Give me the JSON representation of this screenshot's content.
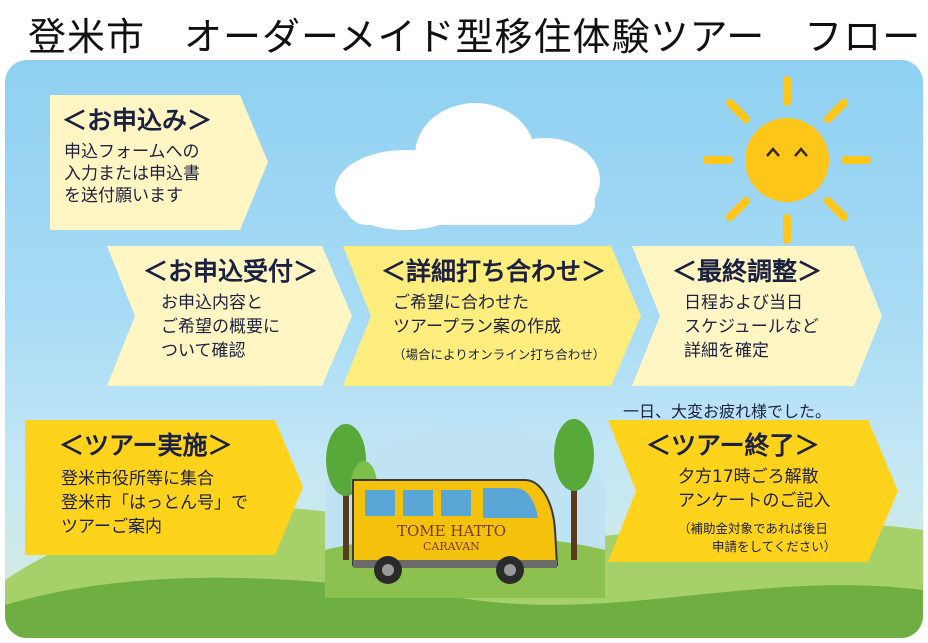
{
  "title": "登米市　オーダーメイド型移住体験ツアー　フロー",
  "steps": {
    "apply": {
      "heading": "＜お申込み＞",
      "lines": [
        "申込フォームへの",
        "入力または申込書",
        "を送付願います"
      ]
    },
    "accept": {
      "heading": "＜お申込受付＞",
      "lines": [
        "お申込内容と",
        "ご希望の概要に",
        "ついて確認"
      ]
    },
    "meeting": {
      "heading": "＜詳細打ち合わせ＞",
      "lines": [
        "ご希望に合わせた",
        "ツアープラン案の作成"
      ],
      "note": "（場合によりオンライン打ち合わせ）"
    },
    "final": {
      "heading": "＜最終調整＞",
      "lines": [
        "日程および当日",
        "スケジュールなど",
        "詳細を確定"
      ]
    },
    "tour": {
      "heading": "＜ツアー実施＞",
      "lines": [
        "登米市役所等に集合",
        "登米市「はっとん号」で",
        "ツアーご案内"
      ]
    },
    "end": {
      "heading": "＜ツアー終了＞",
      "lines": [
        "夕方17時ごろ解散",
        "アンケートのご記入"
      ],
      "notes": [
        "（補助金対象であれば後日",
        "申請をしてください）"
      ]
    }
  },
  "caption": "一日、大変お疲れ様でした。",
  "bus_text": [
    "TOME HATTO",
    "CARAVAN"
  ],
  "colors": {
    "pale": "#fff6c4",
    "mid": "#ffed7e",
    "deep": "#ffd21c",
    "sun": "#ffc61a",
    "text": "#1b2140"
  },
  "icons": [
    "sun-icon",
    "cloud-icon",
    "bus-icon",
    "tree-icon"
  ]
}
